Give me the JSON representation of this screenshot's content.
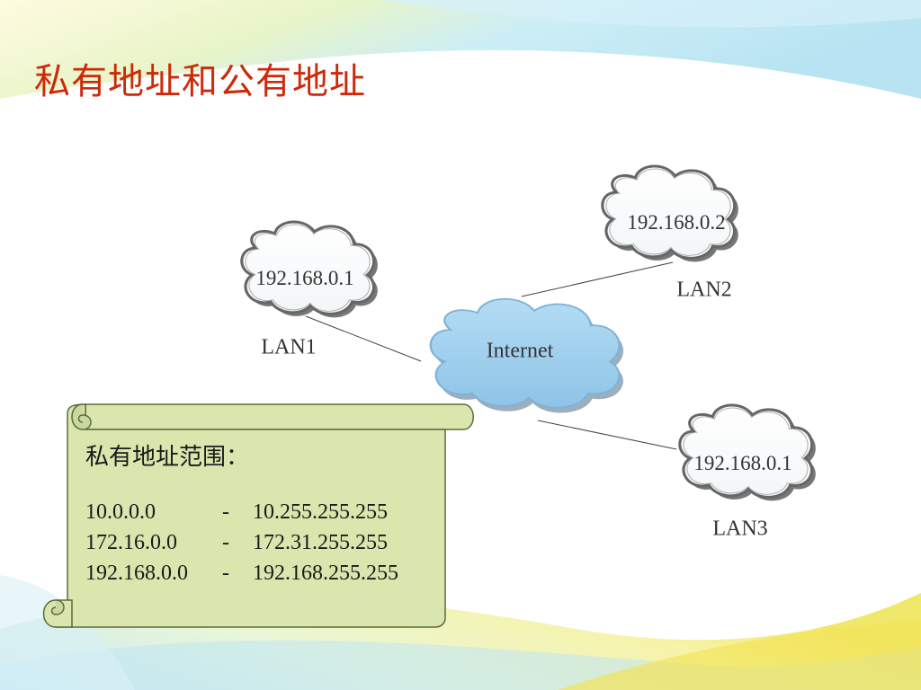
{
  "slide": {
    "title": "私有地址和公有地址"
  },
  "diagram": {
    "internet": {
      "label": "Internet"
    },
    "lans": [
      {
        "address": "192.168.0.1",
        "name": "LAN1"
      },
      {
        "address": "192.168.0.2",
        "name": "LAN2"
      },
      {
        "address": "192.168.0.1",
        "name": "LAN3"
      }
    ]
  },
  "private_ranges": {
    "heading": "私有地址范围：",
    "rows": [
      {
        "start": "10.0.0.0",
        "sep": "-",
        "end": "10.255.255.255"
      },
      {
        "start": "172.16.0.0",
        "sep": "-",
        "end": "172.31.255.255"
      },
      {
        "start": "192.168.0.0",
        "sep": "-",
        "end": "192.168.255.255"
      }
    ]
  },
  "colors": {
    "title": "#cc2a0a",
    "internet_cloud": "#9fcdeb",
    "scroll_fill": "#d9e6ad",
    "scroll_border": "#5d6a3a"
  }
}
